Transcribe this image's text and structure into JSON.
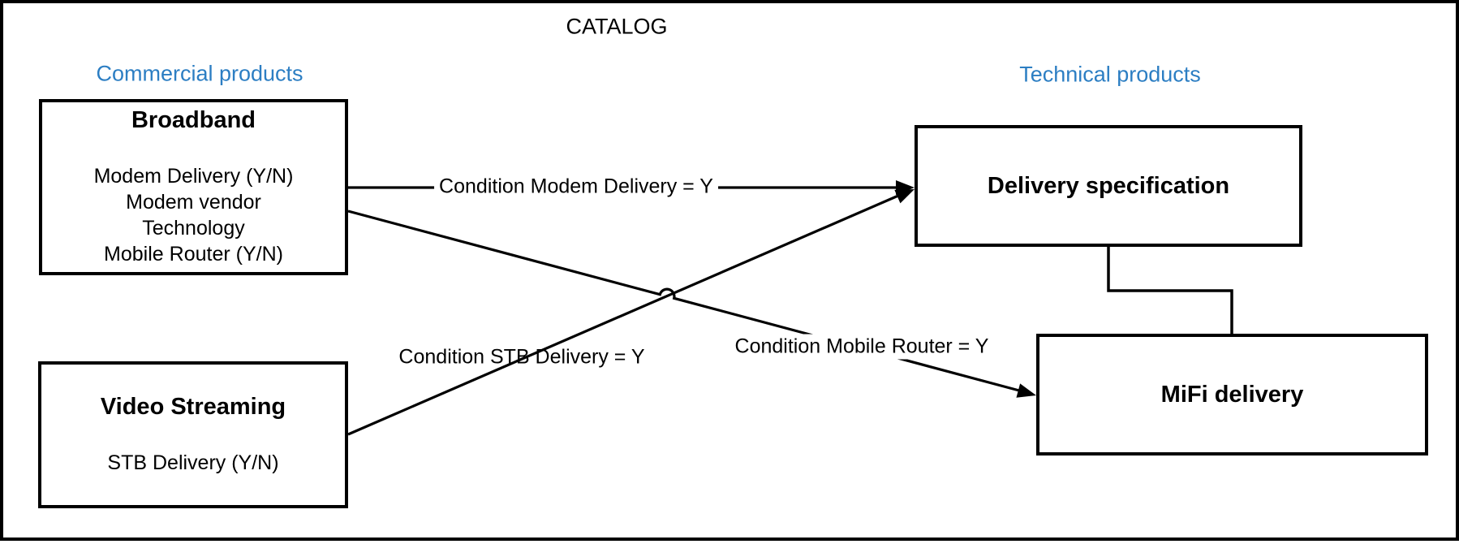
{
  "diagram": {
    "title": "CATALOG",
    "sections": {
      "left": "Commercial products",
      "right": "Technical products"
    },
    "colors": {
      "accent_blue": "#2C7EC3",
      "line": "#000000",
      "background": "#FFFFFF"
    },
    "nodes": [
      {
        "id": "broadband",
        "title": "Broadband",
        "attributes": [
          "Modem Delivery (Y/N)",
          "Modem vendor",
          "Technology",
          "Mobile Router (Y/N)"
        ]
      },
      {
        "id": "video-streaming",
        "title": "Video Streaming",
        "attributes": [
          "STB Delivery (Y/N)"
        ]
      },
      {
        "id": "delivery-specification",
        "title": "Delivery specification",
        "attributes": []
      },
      {
        "id": "mifi-delivery",
        "title": "MiFi delivery",
        "attributes": []
      }
    ],
    "edges": [
      {
        "from": "Broadband",
        "to": "Delivery specification",
        "label": "Condition Modem Delivery = Y",
        "arrow": true
      },
      {
        "from": "Video Streaming",
        "to": "Delivery specification",
        "label": "Condition STB Delivery = Y",
        "arrow": true
      },
      {
        "from": "Broadband",
        "to": "MiFi delivery",
        "label": "Condition Mobile Router = Y",
        "arrow": true
      },
      {
        "from": "Delivery specification",
        "to": "MiFi delivery",
        "label": "",
        "arrow": false
      }
    ]
  }
}
